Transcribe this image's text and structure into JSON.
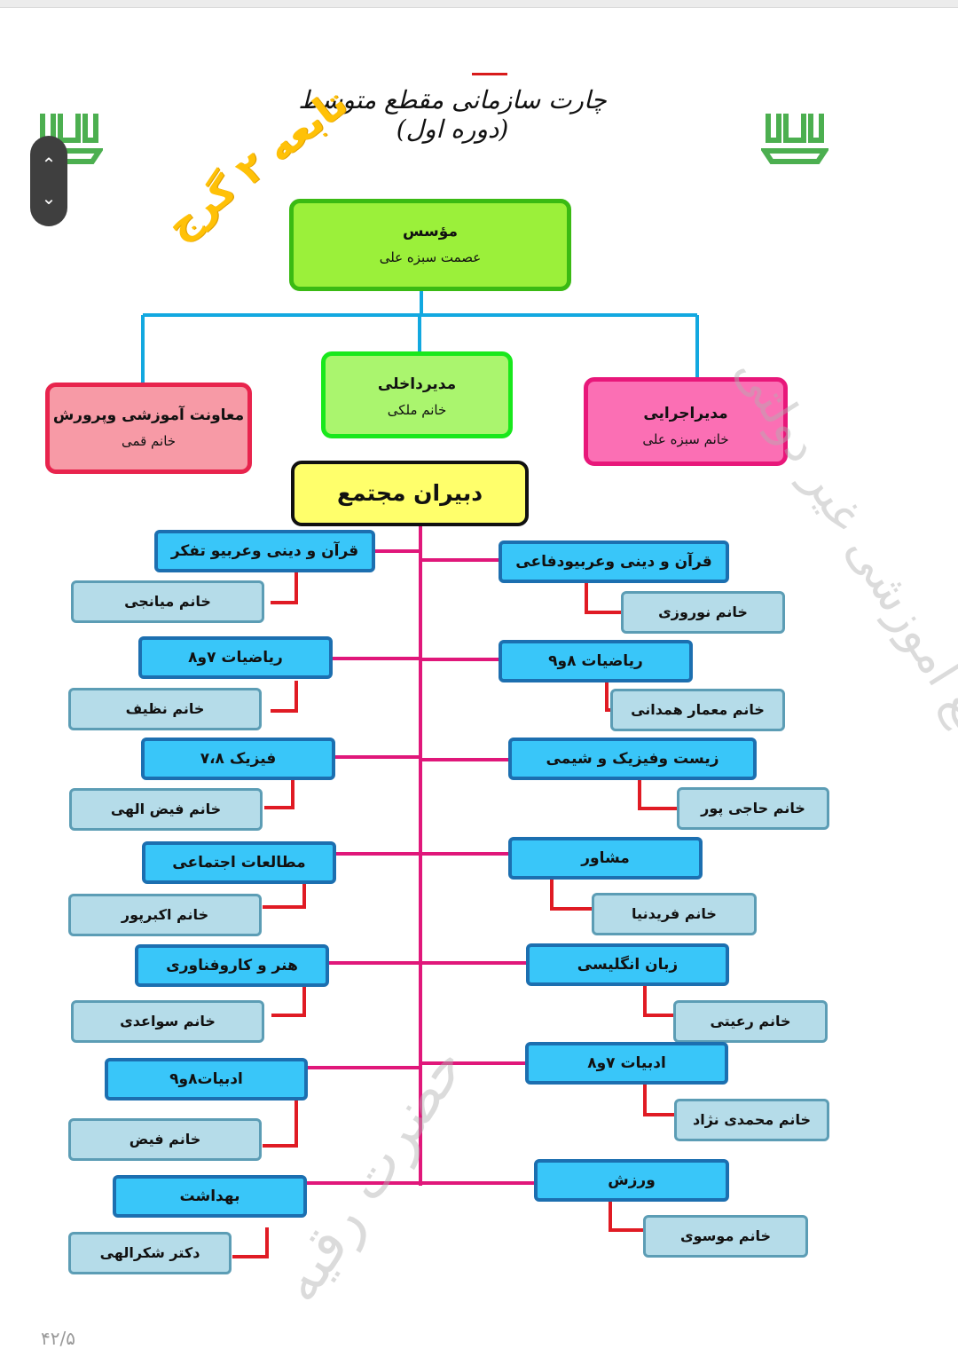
{
  "header": {
    "title": "چارت سازمانی مقطع متوسط (دوره اول)",
    "stamp": "تابعه ۲ گرج"
  },
  "pager": {
    "up_icon": "chevron-up-icon",
    "down_icon": "chevron-down-icon"
  },
  "logos": {
    "icon": "school-emblem-icon",
    "color": "#4caf50"
  },
  "management": {
    "founder": {
      "role": "مؤسس",
      "person": "عصمت سبزه علی"
    },
    "internal_manager": {
      "role": "مدیرداخلی",
      "person": "خانم ملکی"
    },
    "educational_deputy": {
      "role": "معاونت آموزشی  وپرورش",
      "person": "خانم قمی"
    },
    "executive_manager": {
      "role": "مدیراجرایی",
      "person": "خانم سبزه علی"
    }
  },
  "teachers_header": "دبیران مجتمع",
  "left_column": [
    {
      "subject": "قرآن و دینی وعربیو تفکر",
      "teacher": "خانم میانجی"
    },
    {
      "subject": "ریاضیات ۷و۸",
      "teacher": "خانم نظیف"
    },
    {
      "subject": "فیزیک ۷،۸",
      "teacher": "خانم فیض الهی"
    },
    {
      "subject": "مطالعات اجتماعی",
      "teacher": "خانم اکبرپور"
    },
    {
      "subject": "هنر  و  کاروفناوری",
      "teacher": "خانم سواعدی"
    },
    {
      "subject": "ادبیات۸و۹",
      "teacher": "خانم فیض"
    },
    {
      "subject": "بهداشت",
      "teacher": "دکتر شکرالهی"
    }
  ],
  "right_column": [
    {
      "subject": "قرآن و دینی وعربیودفاعی",
      "teacher": "خانم نوروزی"
    },
    {
      "subject": "ریاضیات ۸و۹",
      "teacher": "خانم معمار همدانی"
    },
    {
      "subject": "زیست وفیزیک و شیمی",
      "teacher": "خانم حاجی پور"
    },
    {
      "subject": "مشاور",
      "teacher": "خانم فریدنیا"
    },
    {
      "subject": "زبان انگلیسی",
      "teacher": "خانم رعیتی"
    },
    {
      "subject": "ادبیات ۷و۸",
      "teacher": "خانم محمدی نژاد"
    },
    {
      "subject": "ورزش",
      "teacher": "خانم موسوی"
    }
  ],
  "watermarks": {
    "left": "حضرت رقیه",
    "right": "مجتمع آموزشی غیر دولتی"
  },
  "page_number": "۴۲/۵",
  "colors": {
    "trunk": "#e0177a",
    "top_connector": "#12a8e0",
    "child_connector": "#e01b24",
    "subject_fill": "#39c6f9",
    "teacher_fill": "#b5dce9"
  }
}
